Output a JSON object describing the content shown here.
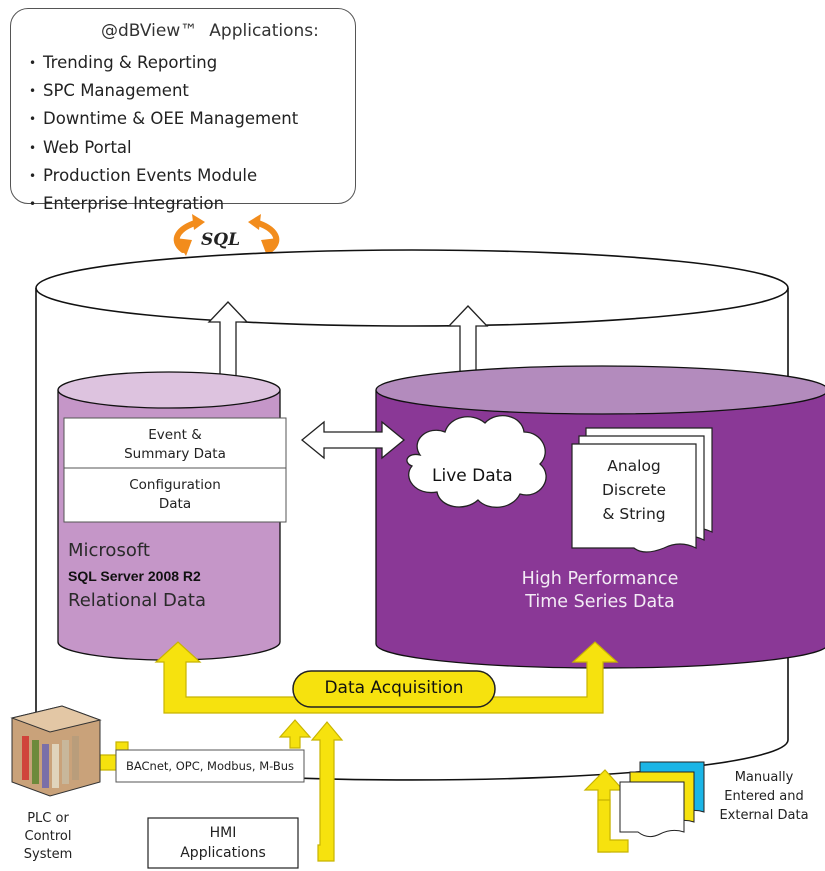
{
  "apps_panel": {
    "title_brand": "@dBView™",
    "title_suffix": "Applications:",
    "items": [
      "Trending & Reporting",
      "SPC Management",
      "Downtime & OEE Management",
      "Web Portal",
      "Production Events Module",
      "Enterprise Integration"
    ]
  },
  "sql_label": "SQL",
  "relational_db": {
    "event_summary": [
      "Event &",
      "Summary Data"
    ],
    "configuration": [
      "Configuration",
      "Data"
    ],
    "vendor": "Microsoft",
    "product": "SQL Server 2008 R2",
    "kind": "Relational Data"
  },
  "timeseries_db": {
    "live_data": "Live Data",
    "doc_lines": [
      "Analog",
      "Discrete",
      "& String"
    ],
    "title_lines": [
      "High Performance",
      "Time Series Data"
    ]
  },
  "acquisition": {
    "label": "Data Acquisition",
    "protocols": "BACnet, OPC, Modbus, M-Bus"
  },
  "sources": {
    "plc": [
      "PLC or",
      "Control",
      "System"
    ],
    "hmi": [
      "HMI",
      "Applications"
    ],
    "manual": [
      "Manually",
      "Entered and",
      "External Data"
    ]
  },
  "colors": {
    "arrow_yellow": "#f6e20e",
    "arrow_outline": "#c8b400",
    "relational_body": "#c596c8",
    "relational_top": "#ddc3df",
    "timeseries_body": "#8a3896",
    "timeseries_top": "#b38bbd",
    "sql_arrows": "#f28c1c",
    "doc_blue": "#1bb5e6"
  }
}
